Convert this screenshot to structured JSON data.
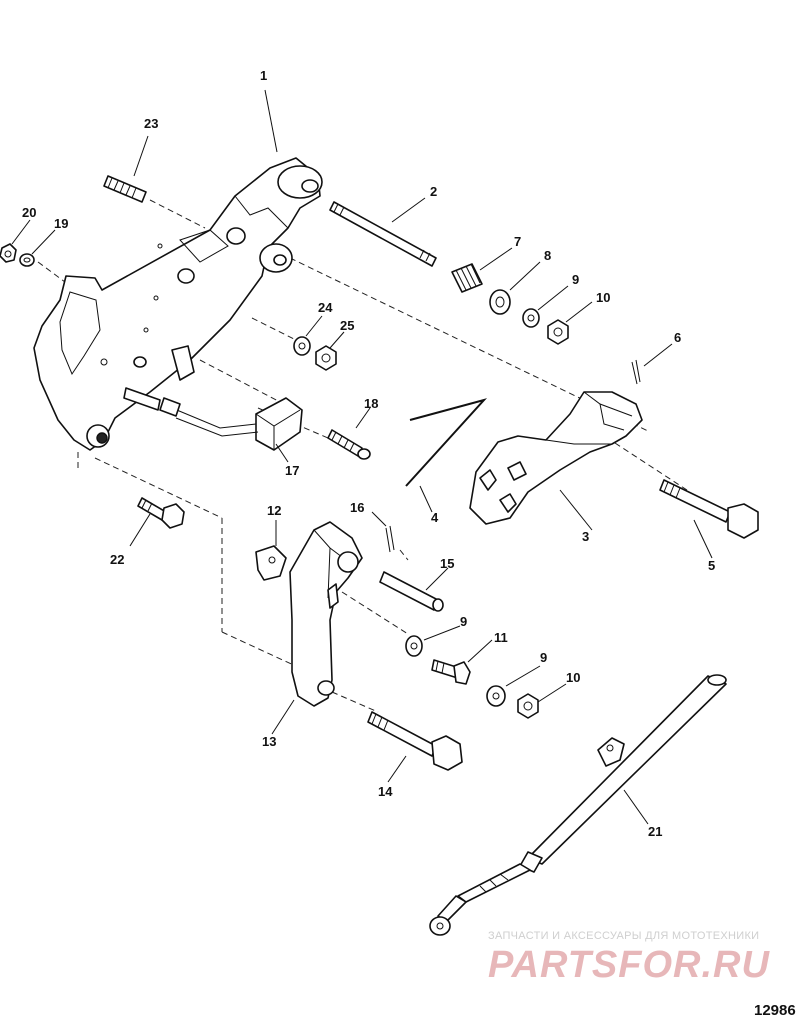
{
  "callouts": [
    "1",
    "2",
    "3",
    "4",
    "5",
    "6",
    "7",
    "8",
    "9",
    "10",
    "11",
    "12",
    "13",
    "14",
    "15",
    "16",
    "17",
    "18",
    "19",
    "20",
    "21",
    "22",
    "23",
    "24",
    "25"
  ],
  "watermark": {
    "tagline": "ЗАПЧАСТИ И АКСЕССУАРЫ ДЛЯ МОТОТЕХНИКИ",
    "logo_main": "PARTS",
    "logo_accent": "FOR.RU"
  },
  "figure_number": "12986"
}
